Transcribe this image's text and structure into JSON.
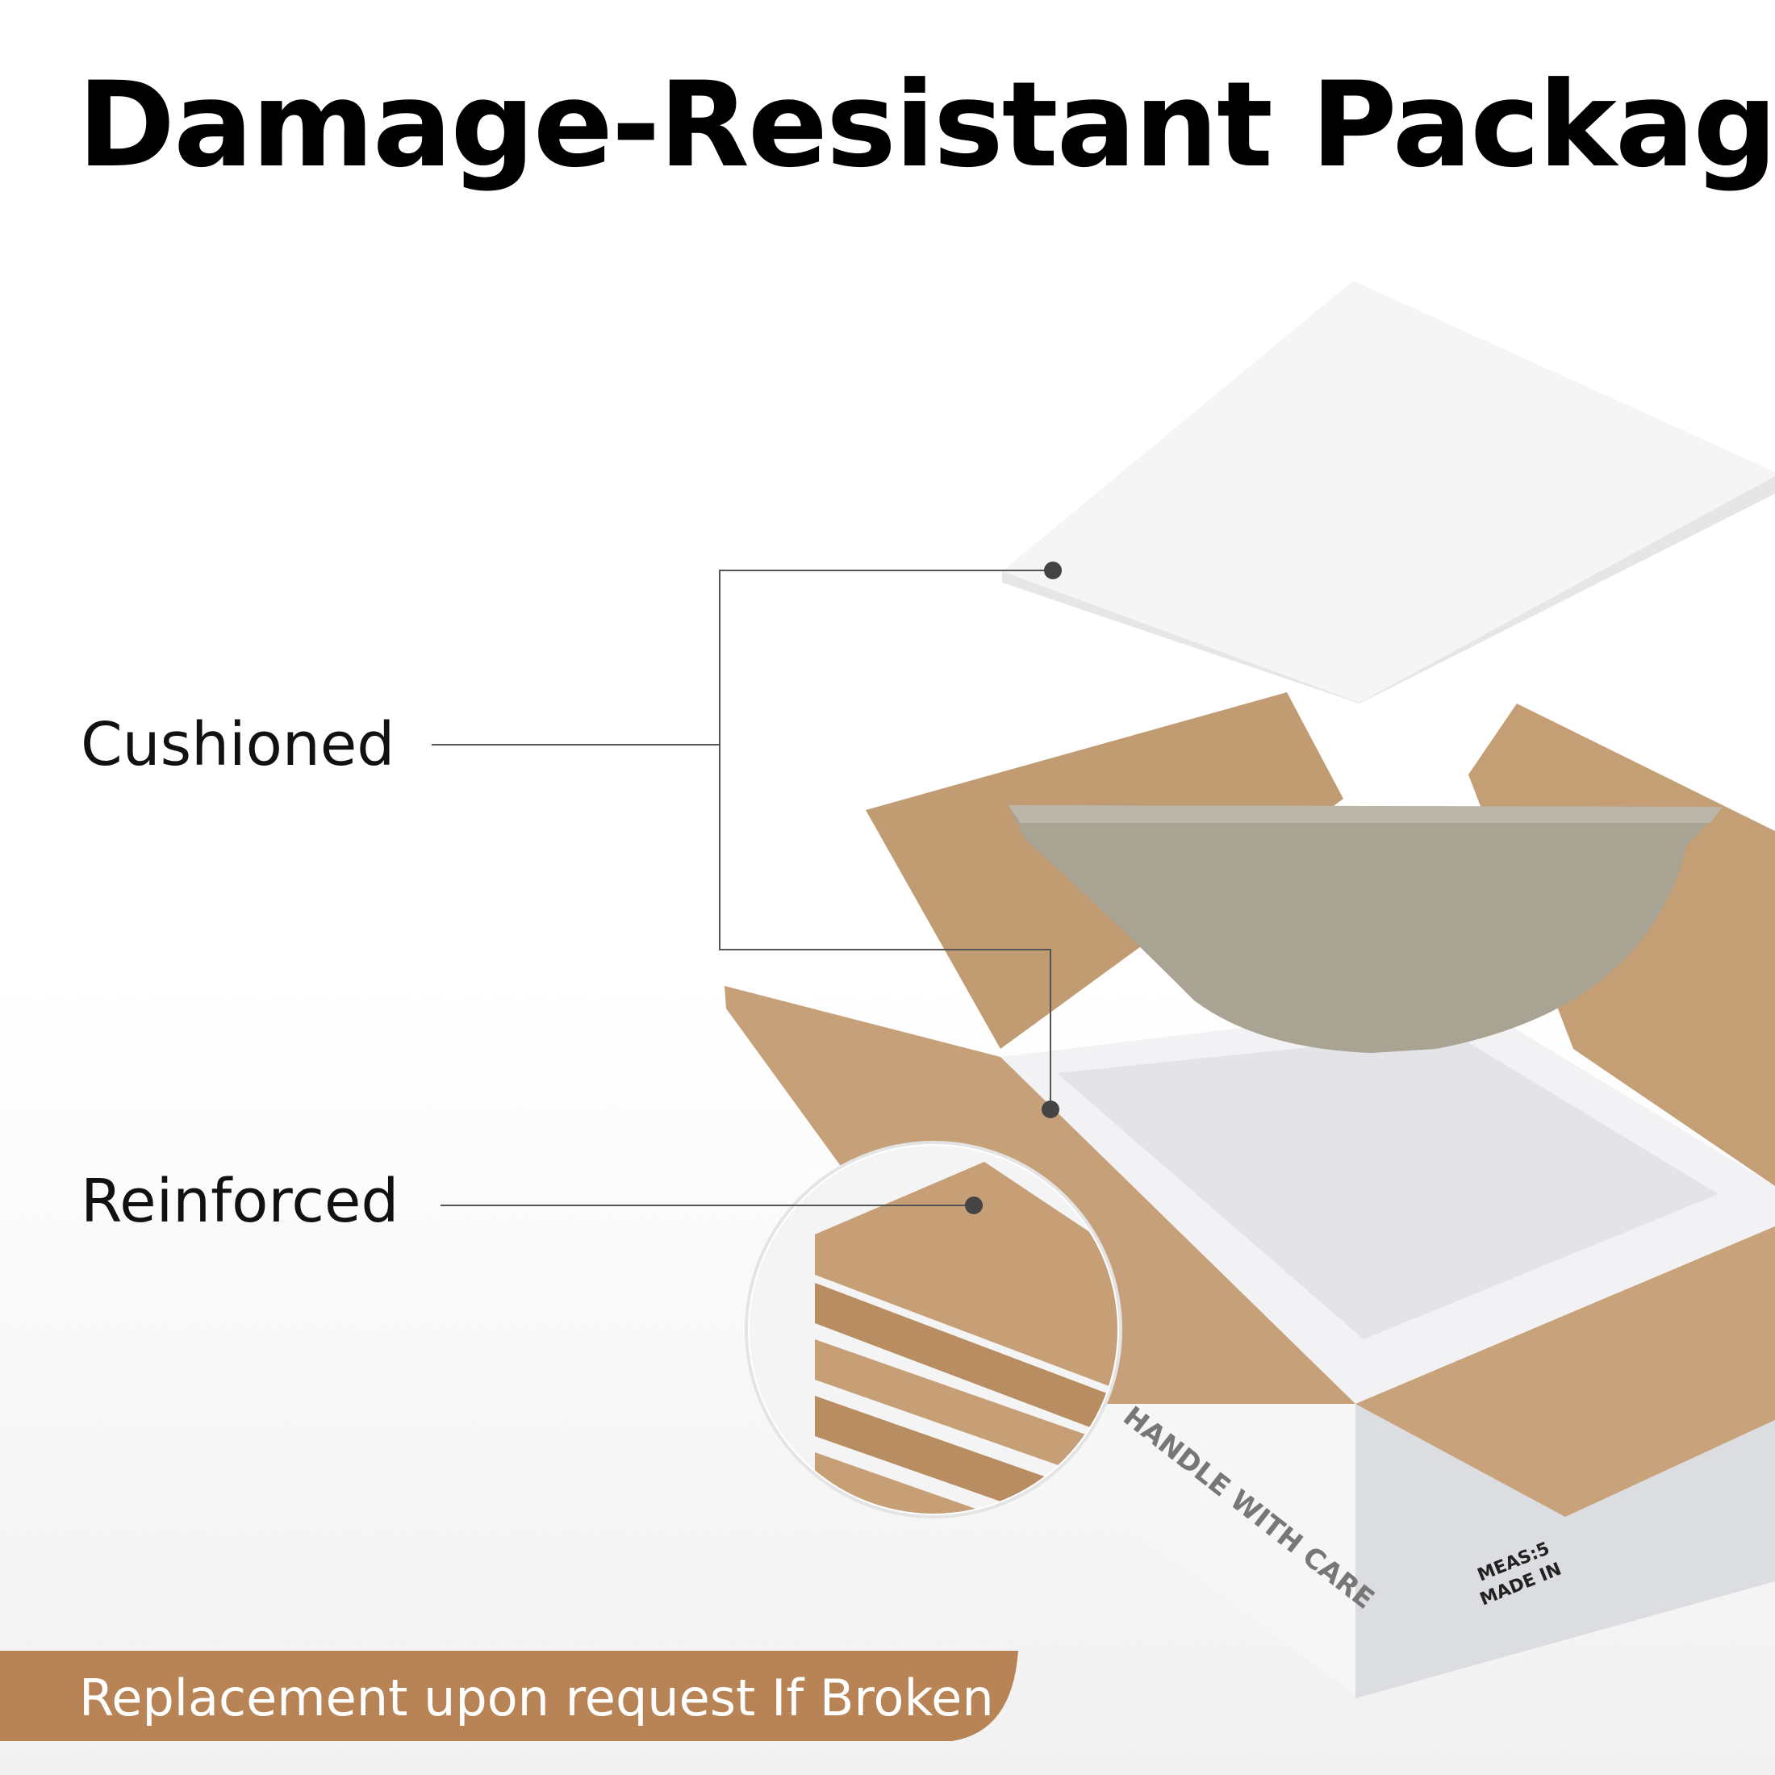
{
  "header": {
    "title": "Damage-Resistant Package"
  },
  "callouts": [
    {
      "label": "Cushioned"
    },
    {
      "label": "Reinforced"
    }
  ],
  "banner": {
    "text": "Replacement upon request If Broken",
    "color": "#b88456"
  },
  "box_print": {
    "side_a": "HANDLE WITH CARE",
    "side_b_line1": "MEAS:5",
    "side_b_line2": "MADE IN"
  },
  "colors": {
    "cardboard": "#c9a27a",
    "foam": "#f4f4f4",
    "basin": "#a9a393",
    "line": "#555555"
  }
}
